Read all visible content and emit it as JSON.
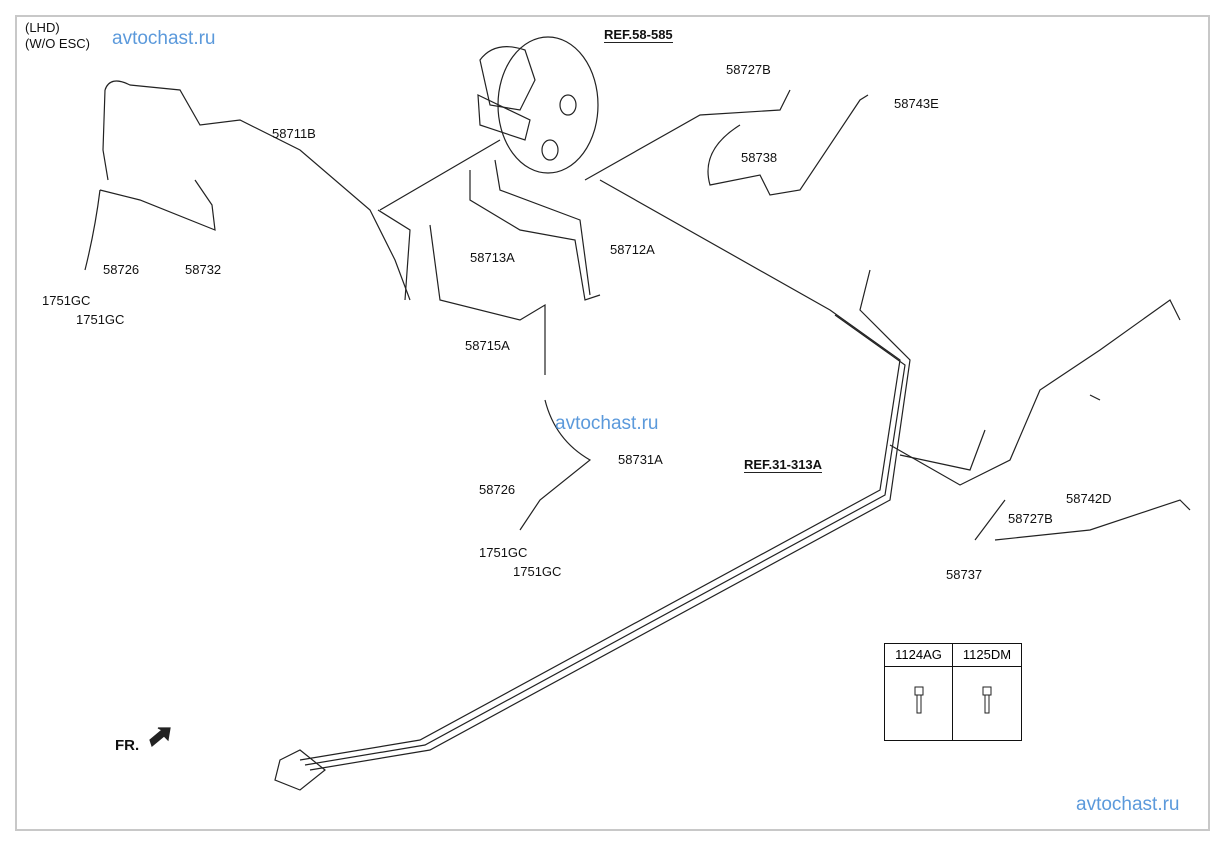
{
  "header": {
    "line1": "(LHD)",
    "line2": "(W/O ESC)"
  },
  "refs": {
    "booster": "REF.58-585",
    "floor": "REF.31-313A"
  },
  "parts": {
    "p58711B": "58711B",
    "p58732": "58732",
    "p58726_a": "58726",
    "p1751GC_a": "1751GC",
    "p1751GC_b": "1751GC",
    "p58713A": "58713A",
    "p58712A": "58712A",
    "p58715A": "58715A",
    "p58731A": "58731A",
    "p58726_b": "58726",
    "p1751GC_c": "1751GC",
    "p1751GC_d": "1751GC",
    "p58727B_a": "58727B",
    "p58738": "58738",
    "p58743E": "58743E",
    "p58742D": "58742D",
    "p58727B_b": "58727B",
    "p58737": "58737"
  },
  "fasteners": {
    "col1": "1124AG",
    "col2": "1125DM"
  },
  "direction": {
    "label": "FR."
  },
  "watermark": {
    "text": "avtochast.ru",
    "color": "#4a8fd8"
  }
}
